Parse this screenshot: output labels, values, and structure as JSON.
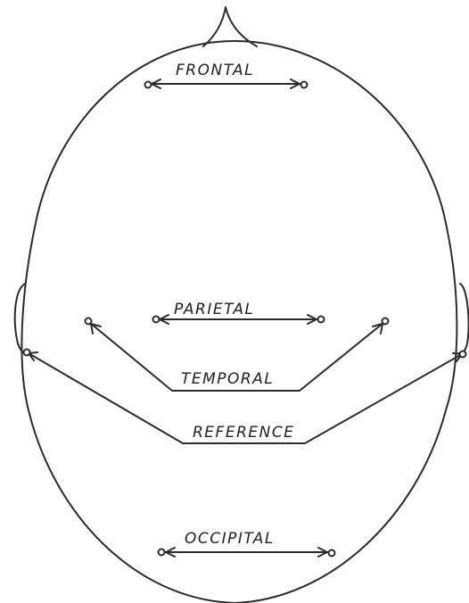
{
  "diagram": {
    "labels": {
      "frontal": "FRONTAL",
      "parietal": "PARIETAL",
      "temporal": "TEMPORAL",
      "reference": "REFERENCE",
      "occipital": "OCCIPITAL"
    }
  }
}
